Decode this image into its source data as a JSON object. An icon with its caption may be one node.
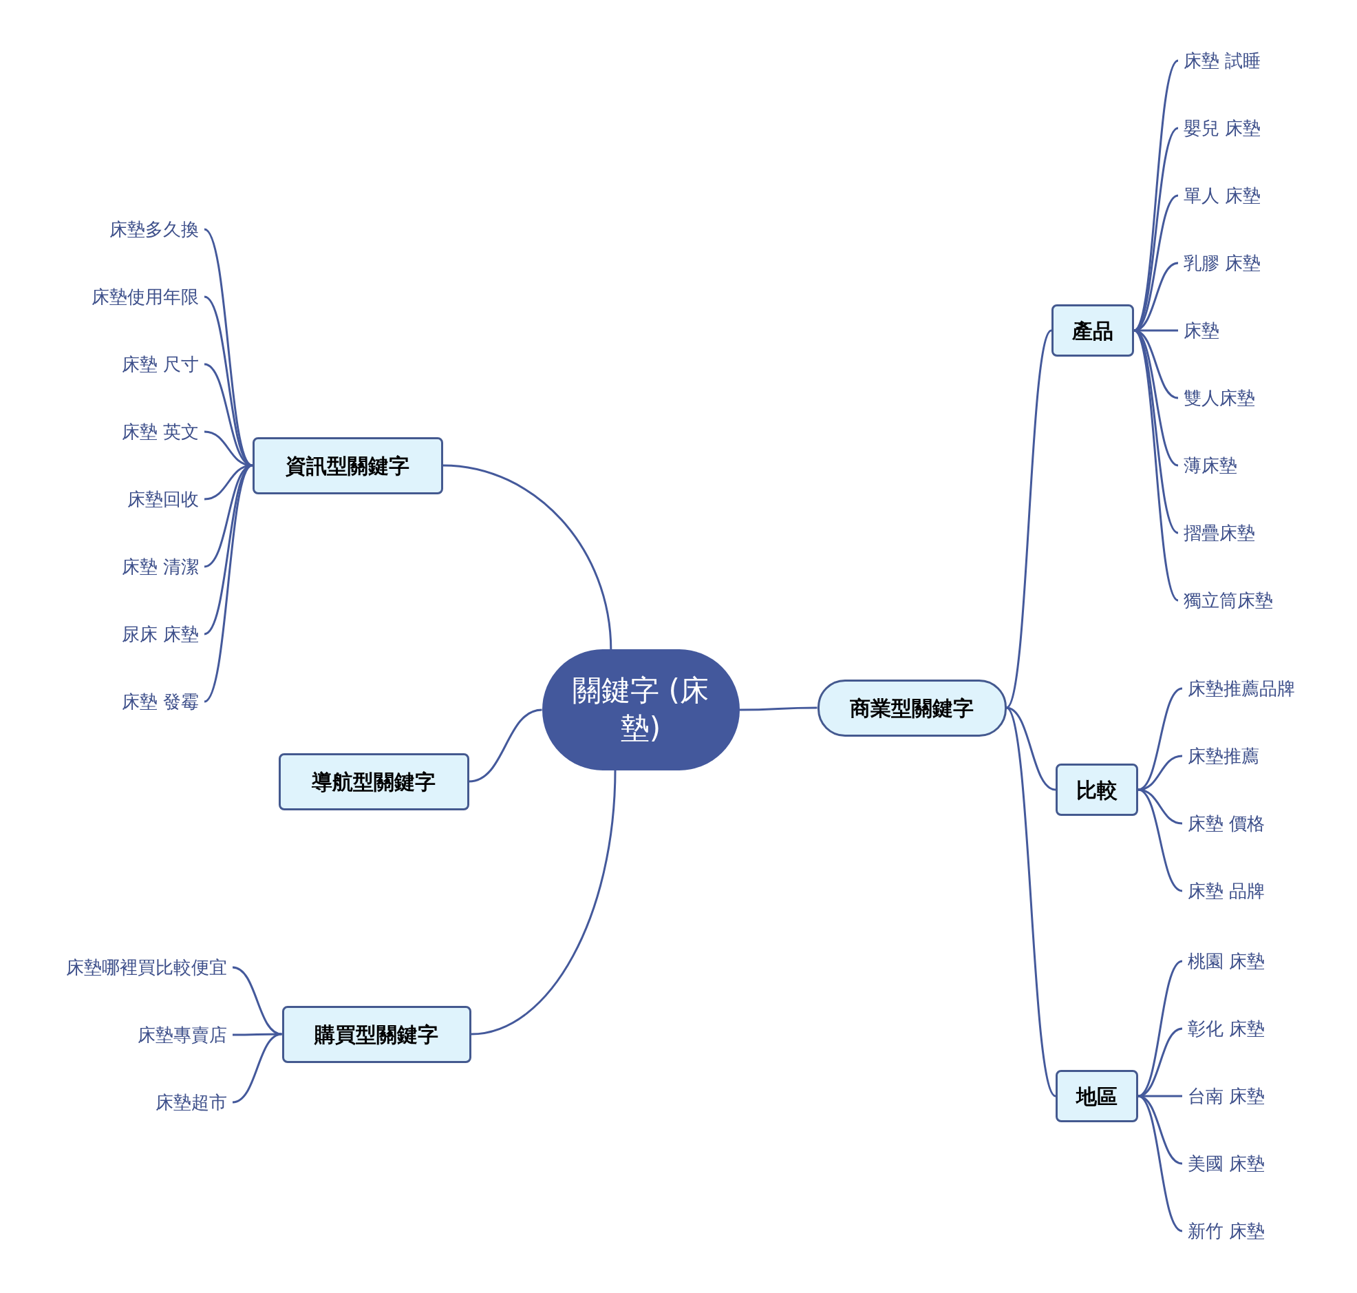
{
  "diagram": {
    "nodes": [
      {
        "text": [
          "關鍵字 (床墊)"
        ]
      },
      {
        "text": [
          "資訊型關鍵字"
        ]
      },
      {
        "text": [
          "床墊多久換"
        ]
      },
      {
        "text": [
          "床墊使用年限"
        ]
      },
      {
        "text": [
          "床墊 尺寸"
        ]
      },
      {
        "text": [
          "床墊 英文"
        ]
      },
      {
        "text": [
          "床墊回收"
        ]
      },
      {
        "text": [
          "床墊 清潔"
        ]
      },
      {
        "text": [
          "尿床 床墊"
        ]
      },
      {
        "text": [
          "床墊 發霉"
        ]
      },
      {
        "text": [
          "導航型關鍵字"
        ]
      },
      {
        "text": [
          "購買型關鍵字"
        ]
      },
      {
        "text": [
          "床墊哪裡買比較便宜"
        ]
      },
      {
        "text": [
          "床墊專賣店"
        ]
      },
      {
        "text": [
          "床墊超市"
        ]
      },
      {
        "text": [
          "商業型關鍵字"
        ]
      },
      {
        "text": [
          "產品"
        ]
      },
      {
        "text": [
          "床墊 試睡"
        ]
      },
      {
        "text": [
          "嬰兒 床墊"
        ]
      },
      {
        "text": [
          "單人 床墊"
        ]
      },
      {
        "text": [
          "乳膠 床墊"
        ]
      },
      {
        "text": [
          "床墊"
        ]
      },
      {
        "text": [
          "雙人床墊"
        ]
      },
      {
        "text": [
          "薄床墊"
        ]
      },
      {
        "text": [
          "摺疊床墊"
        ]
      },
      {
        "text": [
          "獨立筒床墊"
        ]
      },
      {
        "text": [
          "比較"
        ]
      },
      {
        "text": [
          "床墊推薦品牌"
        ]
      },
      {
        "text": [
          "床墊推薦"
        ]
      },
      {
        "text": [
          "床墊 價格"
        ]
      },
      {
        "text": [
          "床墊 品牌"
        ]
      },
      {
        "text": [
          "地區"
        ]
      },
      {
        "text": [
          "桃園 床墊"
        ]
      },
      {
        "text": [
          "彰化 床墊"
        ]
      },
      {
        "text": [
          "台南 床墊"
        ]
      },
      {
        "text": [
          "美國 床墊"
        ]
      },
      {
        "text": [
          "新竹 床墊"
        ]
      }
    ],
    "edges": [
      {
        "from": 0,
        "to": 1,
        "arrow": "none"
      },
      {
        "from": 1,
        "to": 2,
        "arrow": "none"
      },
      {
        "from": 1,
        "to": 3,
        "arrow": "none"
      },
      {
        "from": 1,
        "to": 4,
        "arrow": "none"
      },
      {
        "from": 1,
        "to": 5,
        "arrow": "none"
      },
      {
        "from": 1,
        "to": 6,
        "arrow": "none"
      },
      {
        "from": 1,
        "to": 7,
        "arrow": "none"
      },
      {
        "from": 1,
        "to": 8,
        "arrow": "none"
      },
      {
        "from": 1,
        "to": 9,
        "arrow": "none"
      },
      {
        "from": 0,
        "to": 10,
        "arrow": "none"
      },
      {
        "from": 0,
        "to": 11,
        "arrow": "none"
      },
      {
        "from": 11,
        "to": 12,
        "arrow": "none"
      },
      {
        "from": 11,
        "to": 13,
        "arrow": "none"
      },
      {
        "from": 11,
        "to": 14,
        "arrow": "none"
      },
      {
        "from": 0,
        "to": 15,
        "arrow": "none"
      },
      {
        "from": 15,
        "to": 16,
        "arrow": "none"
      },
      {
        "from": 16,
        "to": 17,
        "arrow": "none"
      },
      {
        "from": 16,
        "to": 18,
        "arrow": "none"
      },
      {
        "from": 16,
        "to": 19,
        "arrow": "none"
      },
      {
        "from": 16,
        "to": 20,
        "arrow": "none"
      },
      {
        "from": 16,
        "to": 21,
        "arrow": "none"
      },
      {
        "from": 16,
        "to": 22,
        "arrow": "none"
      },
      {
        "from": 16,
        "to": 23,
        "arrow": "none"
      },
      {
        "from": 16,
        "to": 24,
        "arrow": "none"
      },
      {
        "from": 16,
        "to": 25,
        "arrow": "none"
      },
      {
        "from": 15,
        "to": 26,
        "arrow": "none"
      },
      {
        "from": 26,
        "to": 27,
        "arrow": "none"
      },
      {
        "from": 26,
        "to": 28,
        "arrow": "none"
      },
      {
        "from": 26,
        "to": 29,
        "arrow": "none"
      },
      {
        "from": 26,
        "to": 30,
        "arrow": "none"
      },
      {
        "from": 15,
        "to": 31,
        "arrow": "none"
      },
      {
        "from": 31,
        "to": 32,
        "arrow": "none"
      },
      {
        "from": 31,
        "to": 33,
        "arrow": "none"
      },
      {
        "from": 31,
        "to": 34,
        "arrow": "none"
      },
      {
        "from": 31,
        "to": 35,
        "arrow": "none"
      },
      {
        "from": 31,
        "to": 36,
        "arrow": "none"
      }
    ]
  }
}
